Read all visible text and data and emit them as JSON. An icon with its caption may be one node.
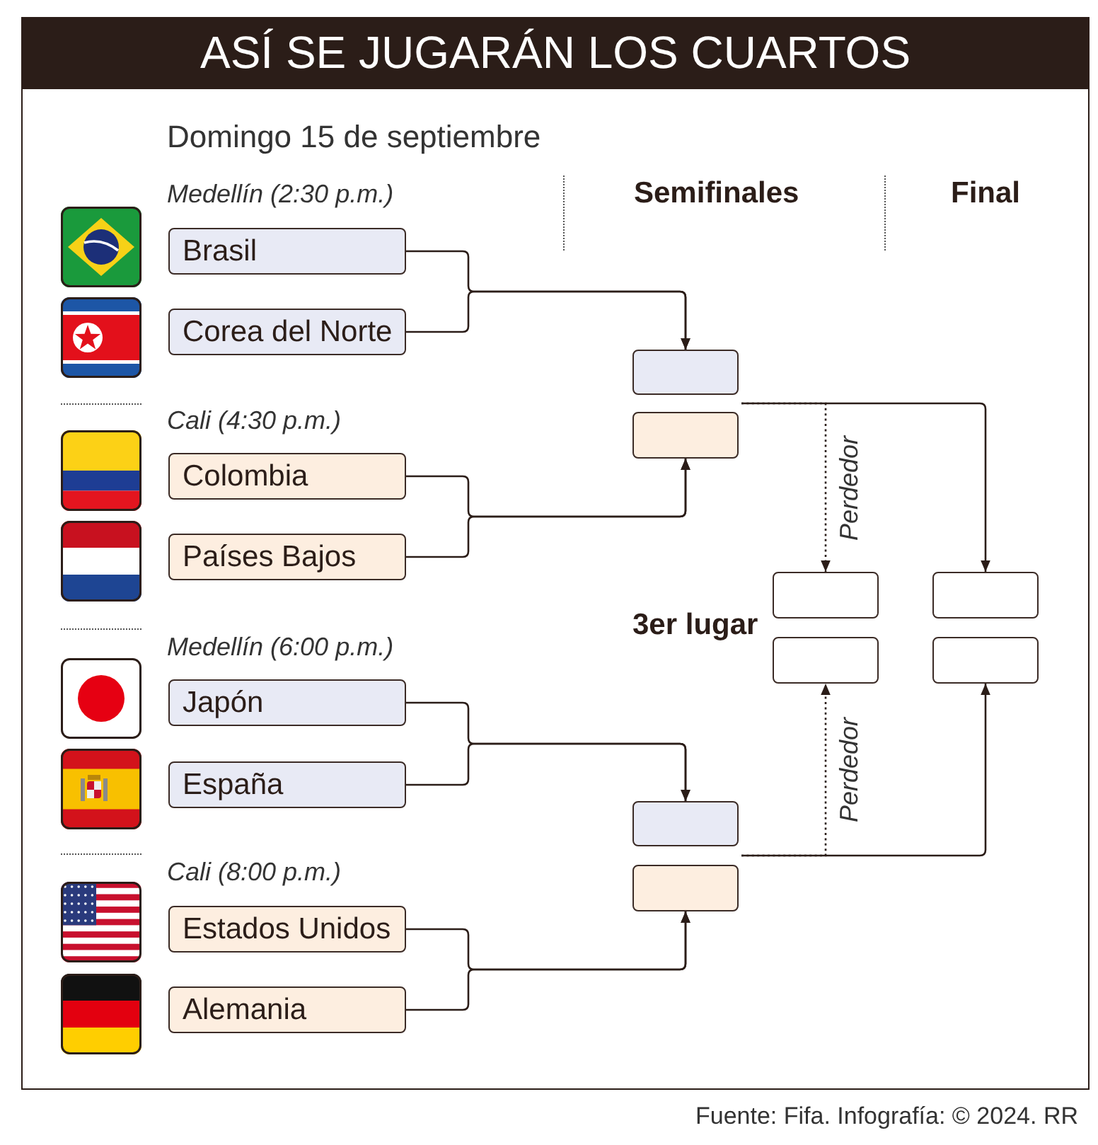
{
  "diagram": {
    "title": "ASÍ SE JUGARÁN LOS CUARTOS",
    "caption": "Fuente: Fifa. Infografía: © 2024. RR",
    "nodes": [
      {
        "text": [
          "Brasil"
        ]
      },
      {
        "text": [
          "Corea del Norte"
        ]
      },
      {
        "text": [
          "Colombia"
        ]
      },
      {
        "text": [
          "Países Bajos"
        ]
      },
      {
        "text": [
          "Japón"
        ]
      },
      {
        "text": [
          "España"
        ]
      },
      {
        "text": [
          "Estados Unidos"
        ]
      },
      {
        "text": [
          "Alemania"
        ]
      },
      {
        "text": [],
        "shape": "box"
      },
      {
        "text": [],
        "shape": "box"
      },
      {
        "text": [],
        "shape": "box"
      },
      {
        "text": [],
        "shape": "box"
      },
      {
        "text": [],
        "shape": "box"
      },
      {
        "text": [],
        "shape": "box"
      },
      {
        "text": [],
        "shape": "box"
      },
      {
        "text": [],
        "shape": "box"
      }
    ],
    "edges": [
      {
        "from": 0,
        "to": 8,
        "arrow": "to"
      },
      {
        "from": 1,
        "to": 8,
        "arrow": "to"
      },
      {
        "from": 2,
        "to": 9,
        "arrow": "to"
      },
      {
        "from": 3,
        "to": 9,
        "arrow": "to"
      },
      {
        "from": 4,
        "to": 10,
        "arrow": "to"
      },
      {
        "from": 5,
        "to": 10,
        "arrow": "to"
      },
      {
        "from": 6,
        "to": 11,
        "arrow": "to"
      },
      {
        "from": 7,
        "to": 11,
        "arrow": "to"
      },
      {
        "from": 8,
        "to": 14,
        "arrow": "to"
      },
      {
        "from": 9,
        "to": 14,
        "arrow": "to"
      },
      {
        "from": 8,
        "to": 12,
        "arrow": "to",
        "label": "Perdedor",
        "style": "dashed"
      },
      {
        "from": 9,
        "to": 12,
        "arrow": "to",
        "style": "dashed"
      },
      {
        "from": 10,
        "to": 15,
        "arrow": "to"
      },
      {
        "from": 11,
        "to": 15,
        "arrow": "to"
      },
      {
        "from": 10,
        "to": 13,
        "arrow": "to",
        "label": "Perdedor",
        "style": "dashed"
      },
      {
        "from": 11,
        "to": 13,
        "arrow": "to",
        "style": "dashed"
      }
    ],
    "labels": [
      "Domingo 15 de septiembre",
      "Medellín (2:30 p.m.)",
      "Semifinales",
      "Final",
      "Cali (4:30 p.m.)",
      "3er lugar",
      "Medellín (6:00 p.m.)",
      "Cali (8:00 p.m.)"
    ]
  }
}
